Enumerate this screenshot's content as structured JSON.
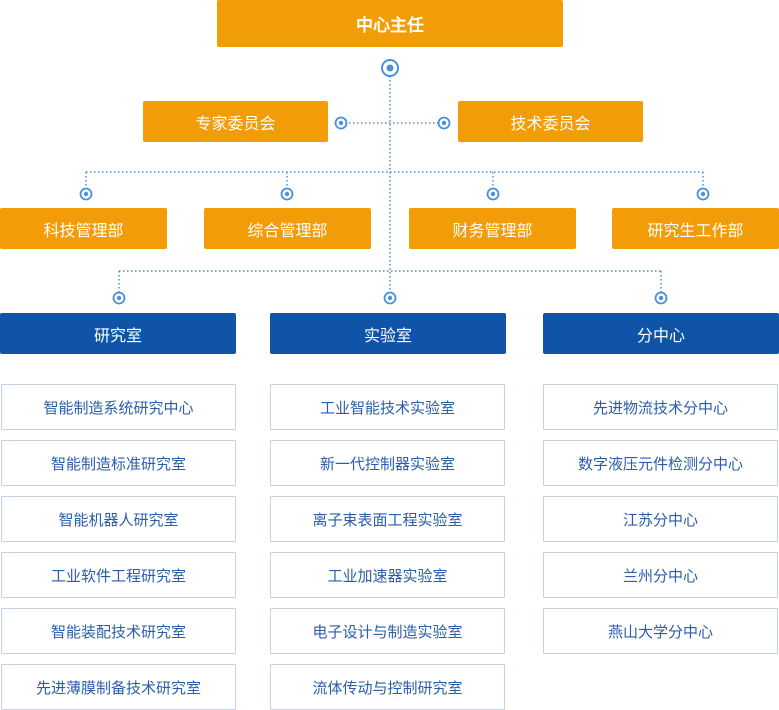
{
  "colors": {
    "orange": "#f29c07",
    "navy": "#0f54a6",
    "item_text": "#2b5da8",
    "item_border": "#c6d2e2",
    "connector": "#4a90d9"
  },
  "director": "中心主任",
  "committees": [
    "专家委员会",
    "技术委员会"
  ],
  "departments": [
    "科技管理部",
    "综合管理部",
    "财务管理部",
    "研究生工作部"
  ],
  "divisions": [
    {
      "title": "研究室",
      "items": [
        "智能制造系统研究中心",
        "智能制造标准研究室",
        "智能机器人研究室",
        "工业软件工程研究室",
        "智能装配技术研究室",
        "先进薄膜制备技术研究室"
      ]
    },
    {
      "title": "实验室",
      "items": [
        "工业智能技术实验室",
        "新一代控制器实验室",
        "离子束表面工程实验室",
        "工业加速器实验室",
        "电子设计与制造实验室",
        "流体传动与控制研究室"
      ]
    },
    {
      "title": "分中心",
      "items": [
        "先进物流技术分中心",
        "数字液压元件检测分中心",
        "江苏分中心",
        "兰州分中心",
        "燕山大学分中心"
      ]
    }
  ]
}
